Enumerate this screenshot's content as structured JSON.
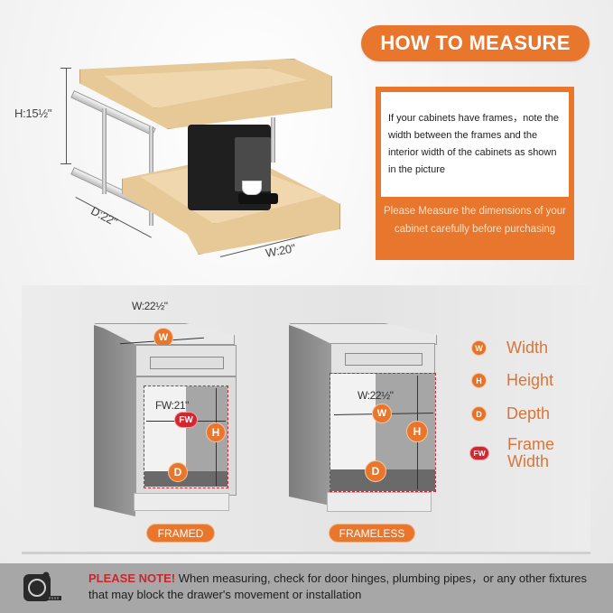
{
  "product_illustration": {
    "dimensions": {
      "height": "H:15½\"",
      "depth": "D:22\"",
      "width": "W:20\""
    },
    "items": [
      "two-tier-pull-out-drawer",
      "coffee-machine",
      "coffee-cup"
    ]
  },
  "how_to_measure": {
    "title": "HOW TO MEASURE",
    "instructions": "If your cabinets have frames，note the width between the frames and the interior width of the cabinets as shown in the picture",
    "note": "Please Measure the dimensions of your cabinet carefully before purchasing"
  },
  "cabinets": {
    "framed": {
      "label": "FRAMED",
      "outer_width": "W:22½\"",
      "frame_width": "FW:21\"",
      "badges": {
        "w": "W",
        "fw": "FW",
        "h": "H",
        "d": "D"
      }
    },
    "frameless": {
      "label": "FRAMELESS",
      "inner_width": "W:22½\"",
      "badges": {
        "w": "W",
        "h": "H",
        "d": "D"
      }
    }
  },
  "legend": [
    {
      "badge": "W",
      "label": "Width"
    },
    {
      "badge": "H",
      "label": "Height"
    },
    {
      "badge": "D",
      "label": "Depth"
    },
    {
      "badge": "FW",
      "label": "Frame\nWidth",
      "line1": "Frame",
      "line2": "Width"
    }
  ],
  "note_bar": {
    "icon": "tape-measure-icon",
    "strong": "PLEASE NOTE!",
    "text": " When measuring, check for door hinges, plumbing pipes，or any other fixtures that may block the drawer's movement or installation"
  },
  "colors": {
    "accent_orange": "#e9762d",
    "frame_red": "#d3262e",
    "note_bar": "#a7a7a7",
    "wood": "#e7c998"
  }
}
